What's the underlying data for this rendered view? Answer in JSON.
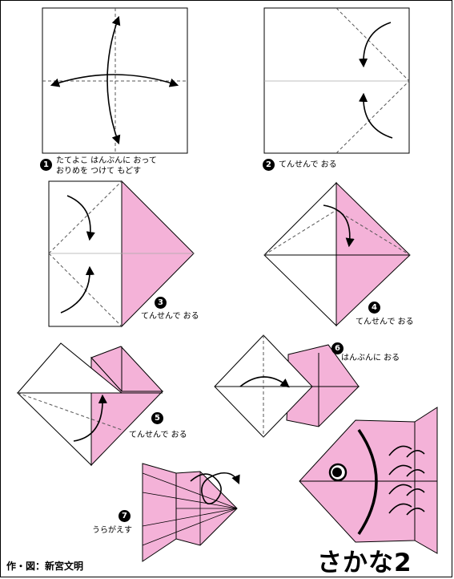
{
  "colors": {
    "paper": "#f4b2d8",
    "line": "#000000",
    "background": "#ffffff"
  },
  "steps": [
    {
      "number": "1",
      "line1": "たてよこ はんぶんに おって",
      "line2": "おりめを つけて もどす"
    },
    {
      "number": "2",
      "line1": "てんせんで おる"
    },
    {
      "number": "3",
      "line1": "てんせんで おる"
    },
    {
      "number": "4",
      "line1": "てんせんで おる"
    },
    {
      "number": "5",
      "line1": "てんせんで おる"
    },
    {
      "number": "6",
      "line1": "はんぶんに おる"
    },
    {
      "number": "7",
      "line1": "うらがえす"
    }
  ],
  "credit": "作・図：新宮文明",
  "title": "さかな2"
}
